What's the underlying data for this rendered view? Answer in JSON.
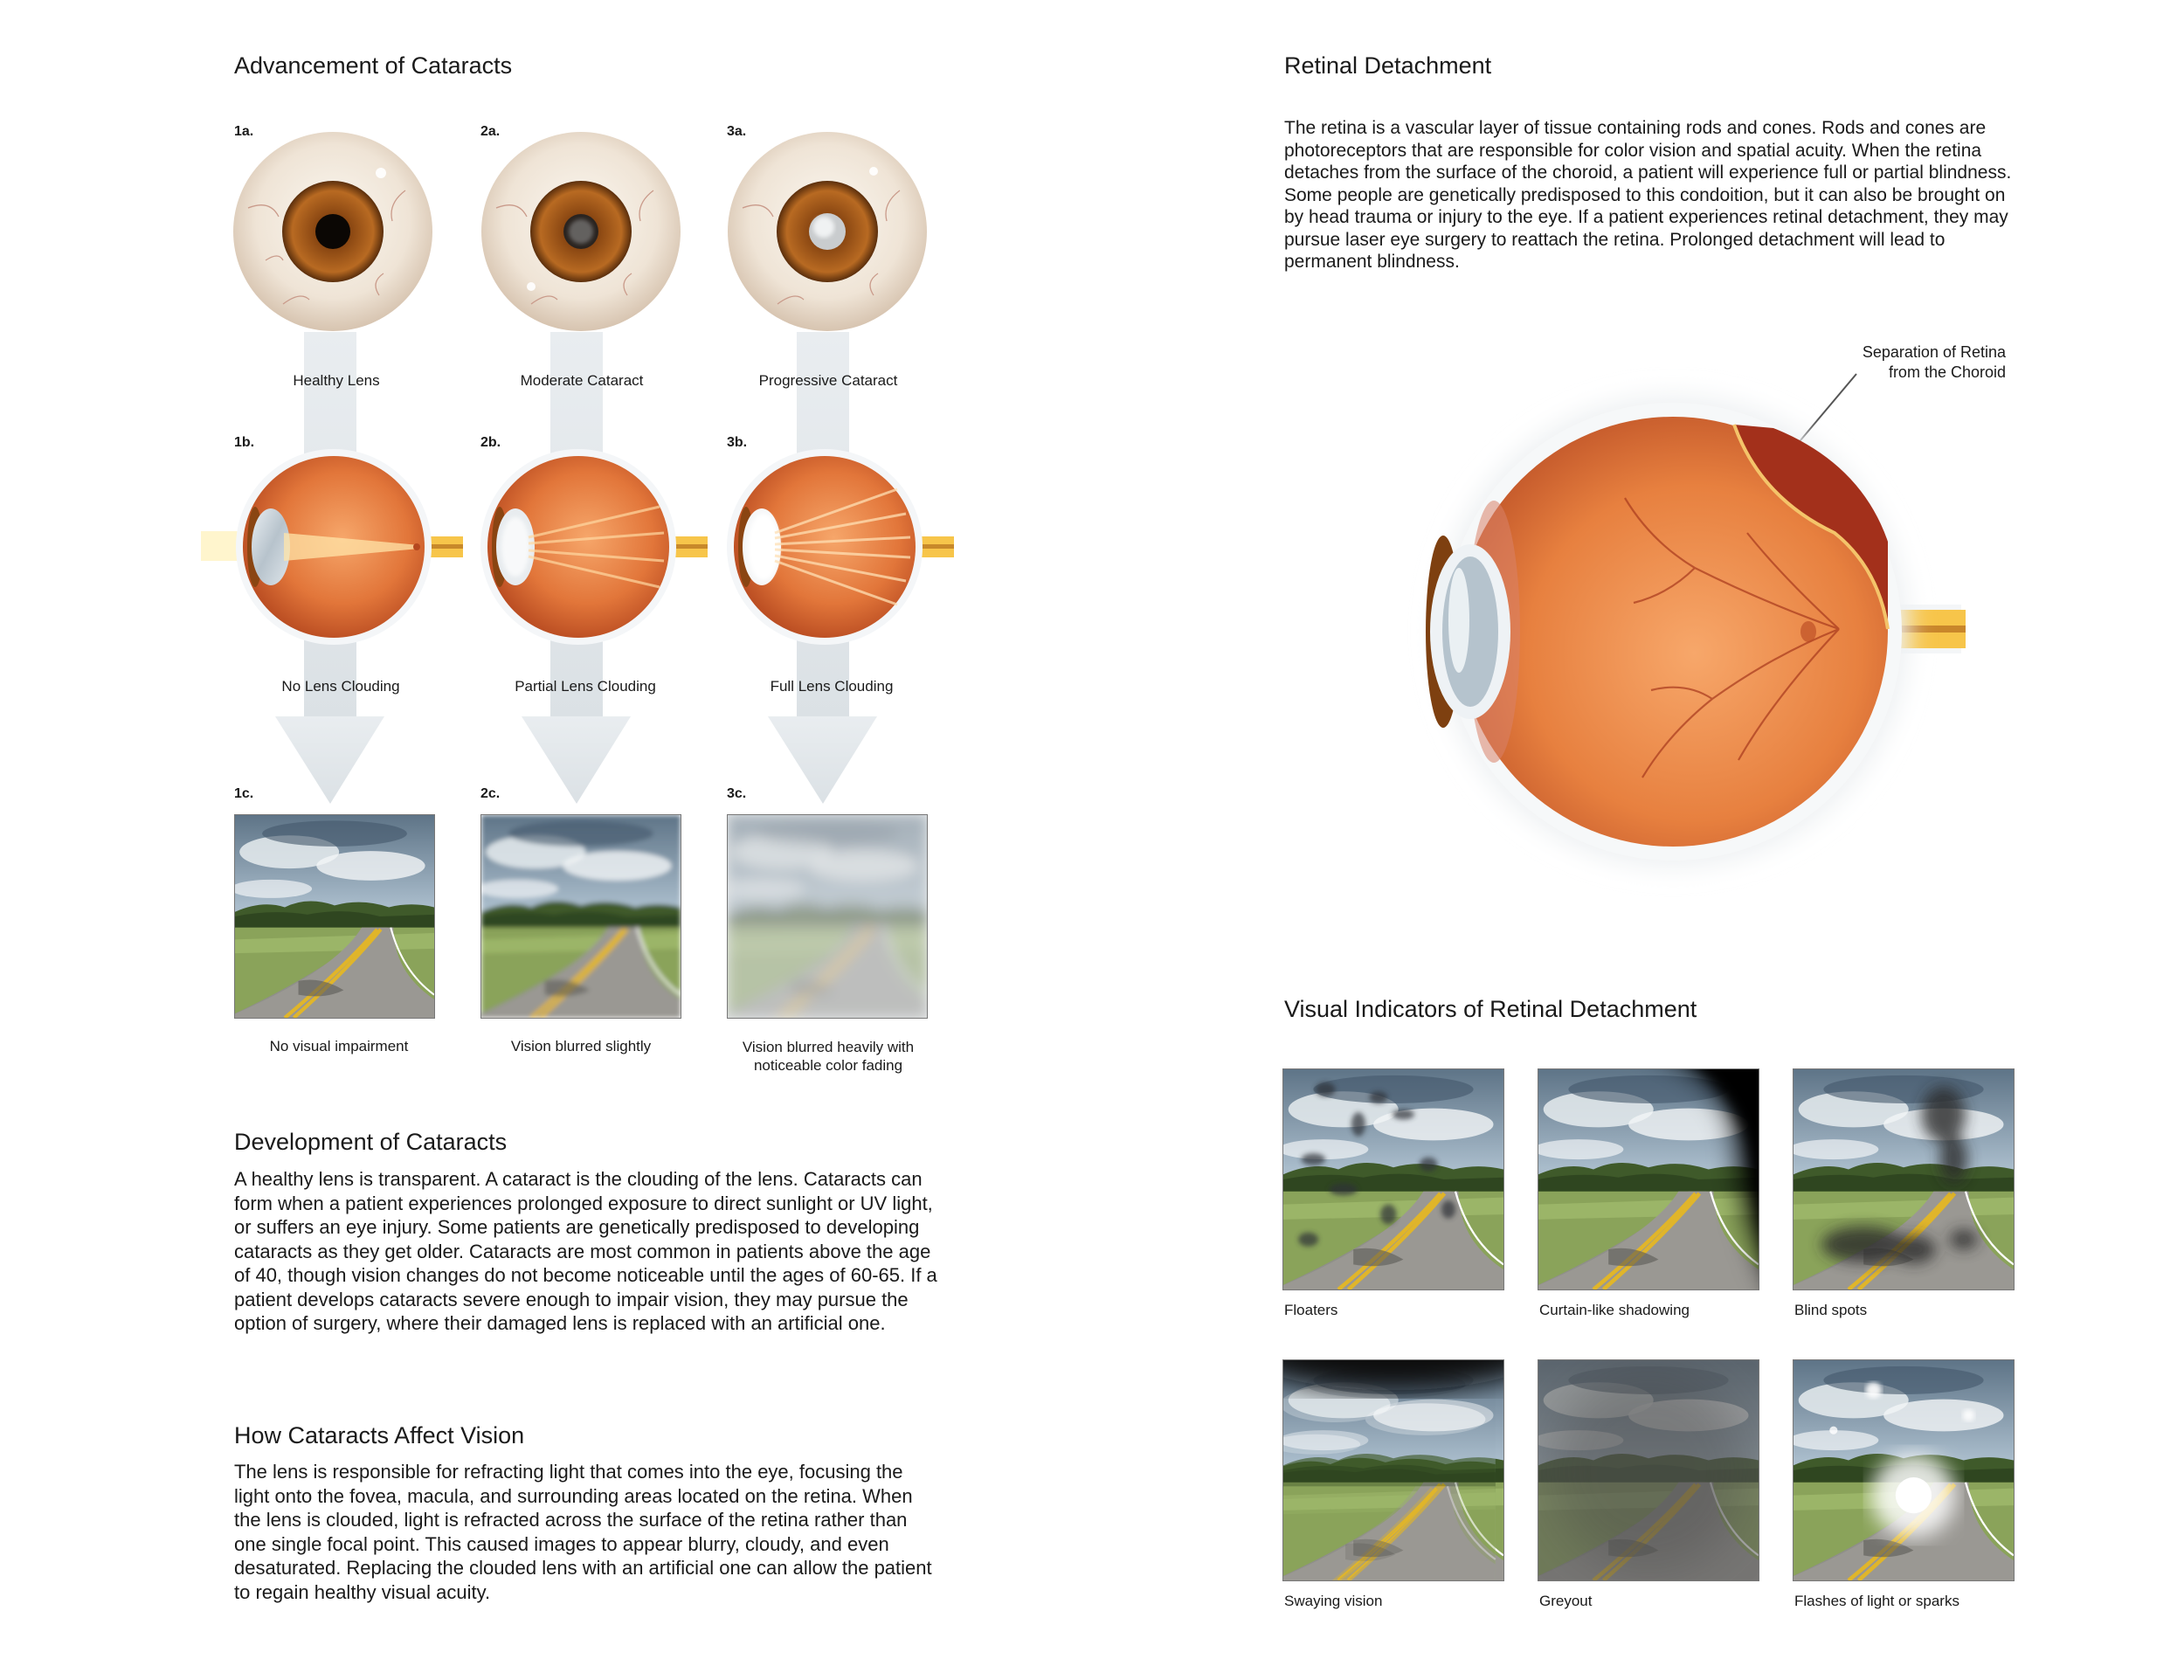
{
  "cataracts": {
    "title": "Advancement of Cataracts",
    "columns": [
      {
        "front_step": "1a.",
        "front_label": "Healthy Lens",
        "side_step": "1b.",
        "side_label": "No Lens Clouding",
        "view_step": "1c.",
        "view_label": "No visual impairment"
      },
      {
        "front_step": "2a.",
        "front_label": "Moderate Cataract",
        "side_step": "2b.",
        "side_label": "Partial Lens Clouding",
        "view_step": "2c.",
        "view_label": "Vision blurred slightly"
      },
      {
        "front_step": "3a.",
        "front_label": "Progressive Cataract",
        "side_step": "3b.",
        "side_label": "Full Lens Clouding",
        "view_step": "3c.",
        "view_label": "Vision blurred heavily with noticeable color fading"
      }
    ],
    "development": {
      "title": "Development of Cataracts",
      "text": "A healthy lens is transparent. A cataract is the clouding of the lens. Cataracts can form when a patient experiences prolonged exposure to direct sunlight or UV light, or suffers an eye injury. Some patients are genetically predisposed to developing cataracts as they get older. Cataracts are most common in patients above the age of 40, though vision changes do not become noticeable until the ages of 60-65. If a patient develops cataracts severe enough to impair vision, they may pursue the option of surgery, where their damaged lens is replaced with an artificial one."
    },
    "effect": {
      "title": "How Cataracts Affect Vision",
      "text": "The lens is responsible for refracting light that comes into the eye, focusing the light onto the fovea, macula, and surrounding areas located on the retina. When the lens is clouded, light is refracted across the surface of the retina rather than one single focal point. This caused images to appear blurry, cloudy, and even desaturated. Replacing the clouded lens with an artificial one can allow the patient to regain healthy visual acuity."
    }
  },
  "retina": {
    "title": "Retinal Detachment",
    "text": "The retina is a vascular layer of tissue containing rods and cones. Rods and cones are photoreceptors that are responsible for color vision and spatial acuity. When the retina detaches from the surface of the choroid, a patient will experience full or partial blindness. Some people are genetically predisposed to this condoition, but it can also be brought on by head trauma or injury to the eye. If a patient experiences retinal detachment, they may pursue laser eye surgery to reattach the retina. Prolonged detachment will lead to permanent blindness.",
    "callout_line1": "Separation of Retina",
    "callout_line2": "from the Choroid"
  },
  "indicators": {
    "title": "Visual Indicators of Retinal Detachment",
    "items": [
      {
        "label": "Floaters"
      },
      {
        "label": "Curtain-like shadowing"
      },
      {
        "label": "Blind spots"
      },
      {
        "label": "Swaying vision"
      },
      {
        "label": "Greyout"
      },
      {
        "label": "Flashes of light or sparks"
      }
    ]
  }
}
